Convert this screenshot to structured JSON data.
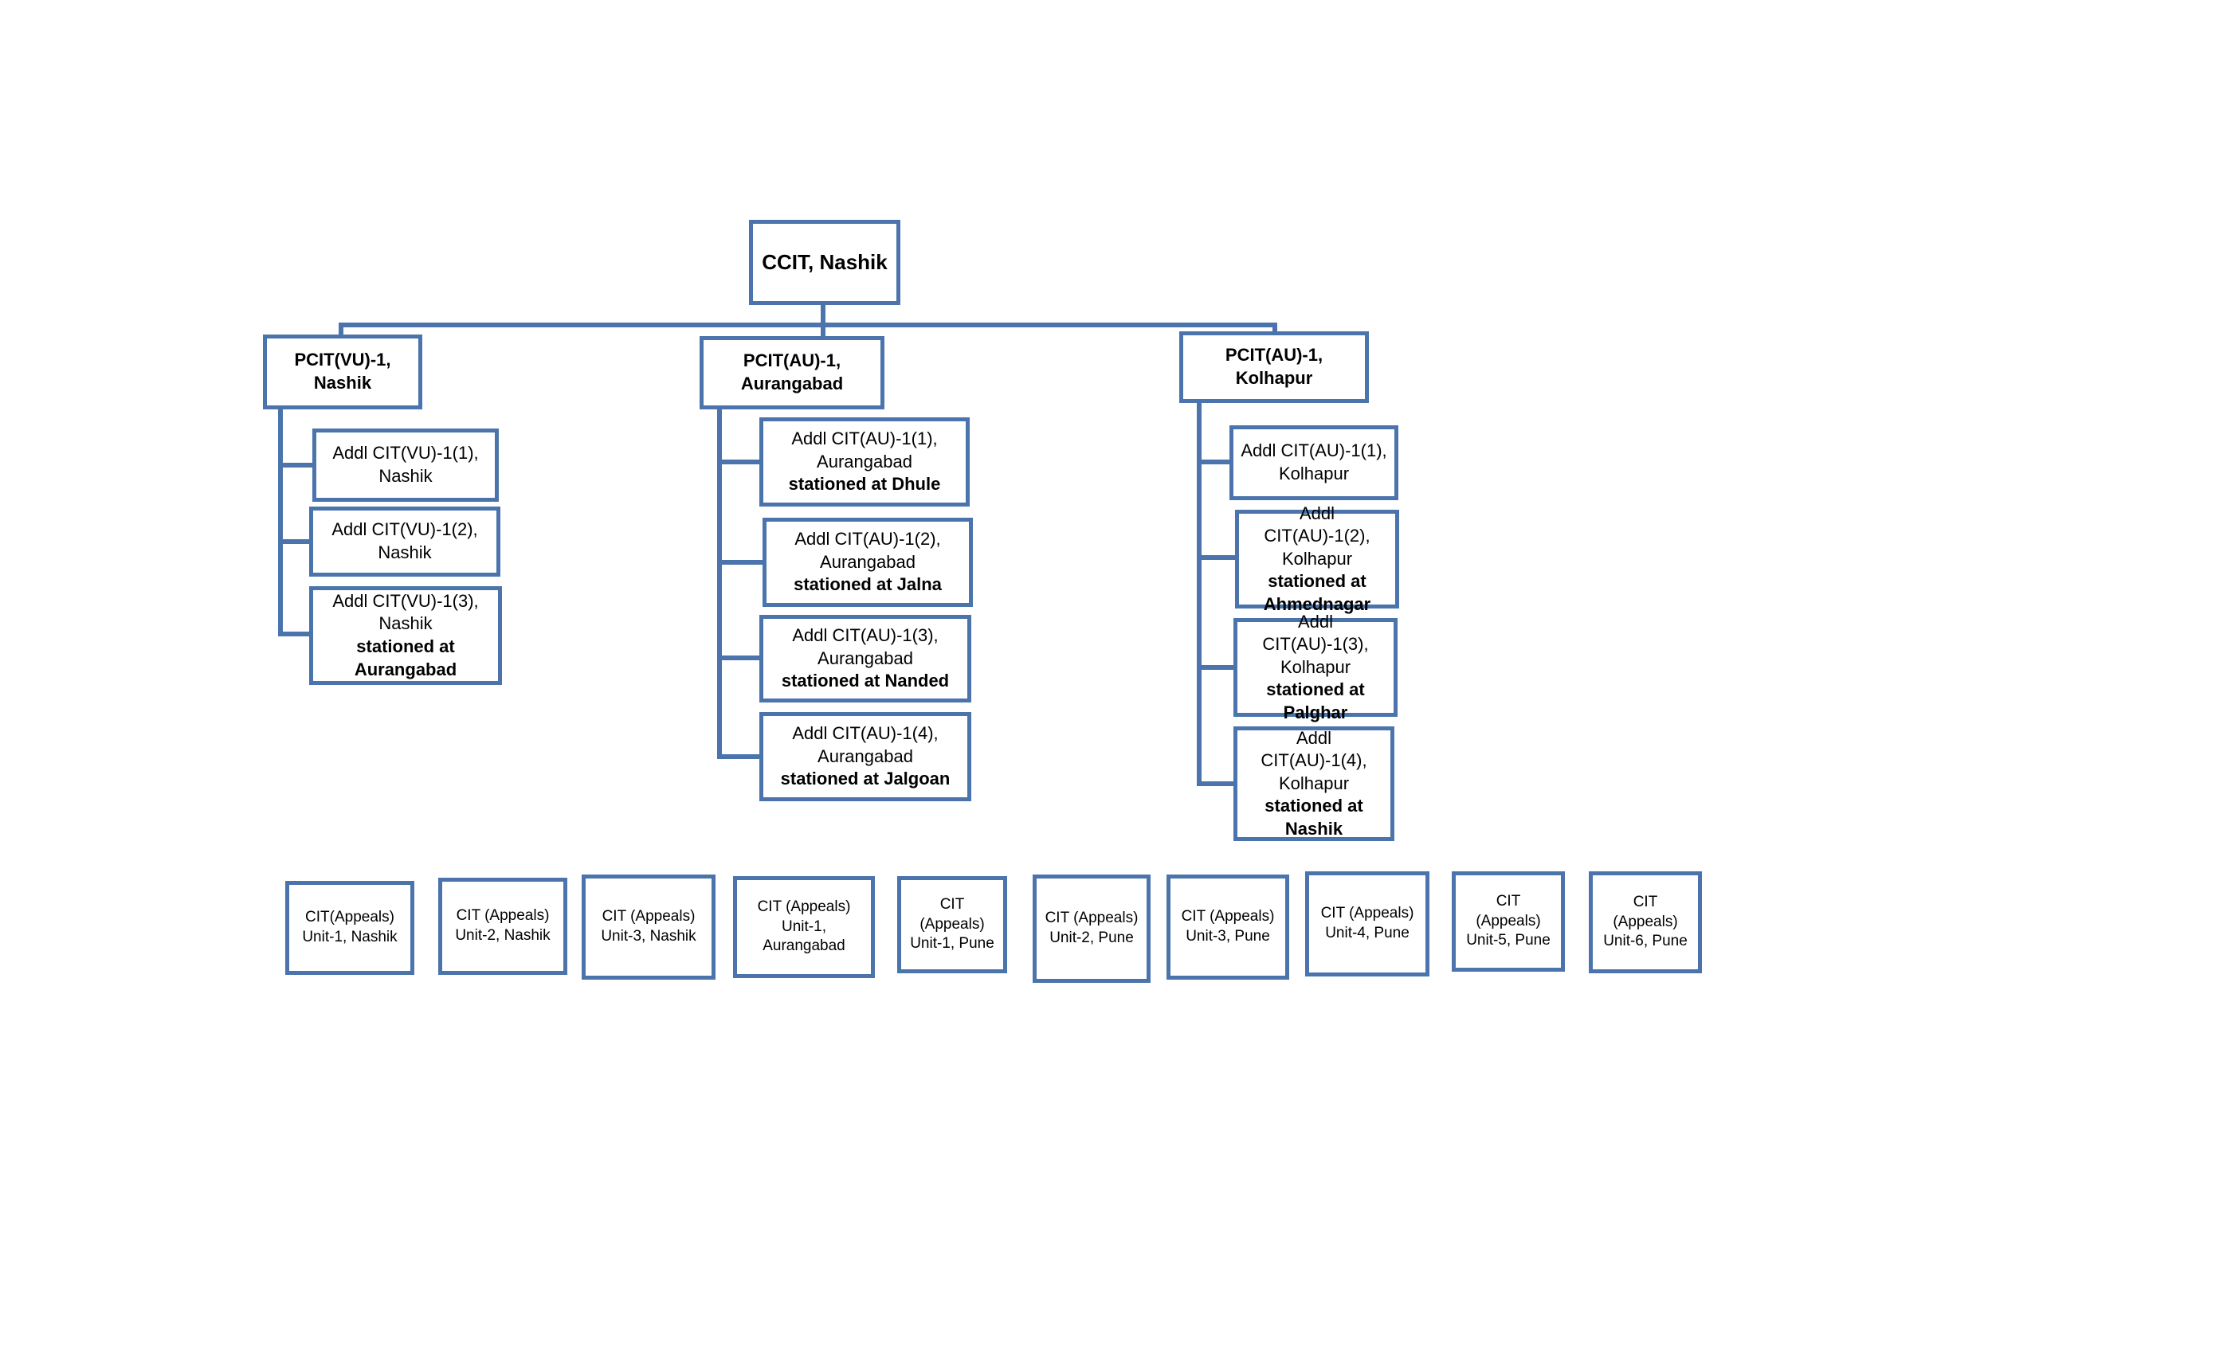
{
  "root": {
    "label": "CCIT, Nashik"
  },
  "branches": [
    {
      "label": "PCIT(VU)-1, Nashik",
      "children": [
        {
          "plain": "Addl CIT(VU)-1(1), Nashik",
          "bold": ""
        },
        {
          "plain": "Addl CIT(VU)-1(2), Nashik",
          "bold": ""
        },
        {
          "plain": "Addl CIT(VU)-1(3), Nashik",
          "bold": "stationed at Aurangabad"
        }
      ]
    },
    {
      "label": "PCIT(AU)-1, Aurangabad",
      "children": [
        {
          "plain": "Addl CIT(AU)-1(1), Aurangabad",
          "bold": "stationed at Dhule"
        },
        {
          "plain": "Addl CIT(AU)-1(2), Aurangabad",
          "bold": "stationed at Jalna"
        },
        {
          "plain": "Addl CIT(AU)-1(3), Aurangabad",
          "bold": "stationed at Nanded"
        },
        {
          "plain": "Addl CIT(AU)-1(4), Aurangabad",
          "bold": "stationed at Jalgoan"
        }
      ]
    },
    {
      "label": "PCIT(AU)-1, Kolhapur",
      "children": [
        {
          "plain": "Addl CIT(AU)-1(1), Kolhapur",
          "bold": ""
        },
        {
          "plain": "Addl CIT(AU)-1(2), Kolhapur",
          "bold": "stationed at Ahmednagar"
        },
        {
          "plain": "Addl CIT(AU)-1(3), Kolhapur",
          "bold": "stationed at Palghar"
        },
        {
          "plain": "Addl CIT(AU)-1(4), Kolhapur",
          "bold": "stationed at Nashik"
        }
      ]
    }
  ],
  "appeals": [
    "CIT(Appeals) Unit-1, Nashik",
    "CIT (Appeals) Unit-2, Nashik",
    "CIT (Appeals) Unit-3, Nashik",
    "CIT (Appeals) Unit-1, Aurangabad",
    "CIT (Appeals) Unit-1, Pune",
    "CIT (Appeals) Unit-2, Pune",
    "CIT (Appeals) Unit-3, Pune",
    "CIT (Appeals) Unit-4, Pune",
    "CIT (Appeals) Unit-5, Pune",
    "CIT (Appeals) Unit-6, Pune"
  ],
  "colors": {
    "border": "#4a74ab",
    "line": "#4a74ab"
  }
}
